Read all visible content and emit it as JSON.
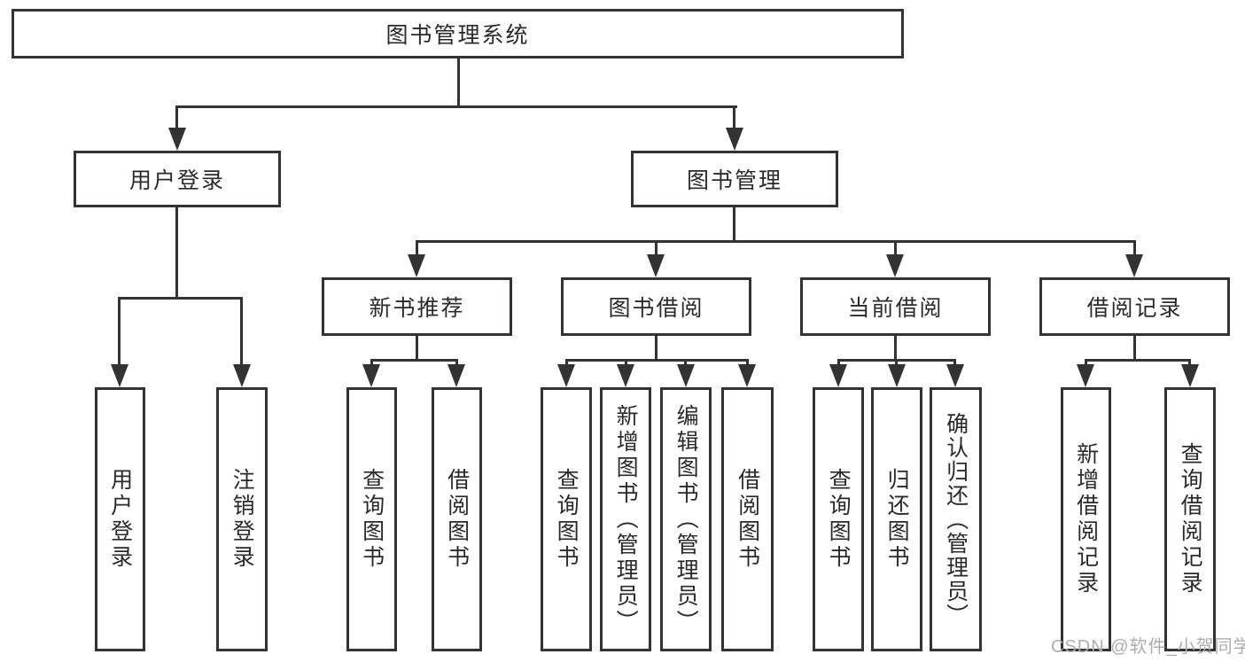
{
  "colors": {
    "line": "#333333",
    "text": "#2a2a2a",
    "box_background": "#ffffff",
    "page_background": "#ffffff",
    "watermark": "#adadad"
  },
  "watermark": {
    "text": "CSDN @软件_小贺同学"
  },
  "nodes": {
    "root": {
      "label": "图书管理系统"
    },
    "level2": [
      {
        "label": "用户登录",
        "parent": "图书管理系统"
      },
      {
        "label": "图书管理",
        "parent": "图书管理系统"
      }
    ],
    "level3": [
      {
        "label": "新书推荐",
        "parent": "图书管理"
      },
      {
        "label": "图书借阅",
        "parent": "图书管理"
      },
      {
        "label": "当前借阅",
        "parent": "图书管理"
      },
      {
        "label": "借阅记录",
        "parent": "图书管理"
      }
    ],
    "leaves": [
      {
        "label": "用户登录",
        "parent": "用户登录"
      },
      {
        "label": "注销登录",
        "parent": "用户登录"
      },
      {
        "label": "查询图书",
        "parent": "新书推荐"
      },
      {
        "label": "借阅图书",
        "parent": "新书推荐"
      },
      {
        "label": "查询图书",
        "parent": "图书借阅"
      },
      {
        "label": "新增图书（管理员）",
        "parent": "图书借阅"
      },
      {
        "label": "编辑图书（管理员）",
        "parent": "图书借阅"
      },
      {
        "label": "借阅图书",
        "parent": "图书借阅"
      },
      {
        "label": "查询图书",
        "parent": "当前借阅"
      },
      {
        "label": "归还图书",
        "parent": "当前借阅"
      },
      {
        "label": "确认归还（管理员）",
        "parent": "当前借阅"
      },
      {
        "label": "新增借阅记录",
        "parent": "借阅记录"
      },
      {
        "label": "查询借阅记录",
        "parent": "借阅记录"
      }
    ]
  }
}
